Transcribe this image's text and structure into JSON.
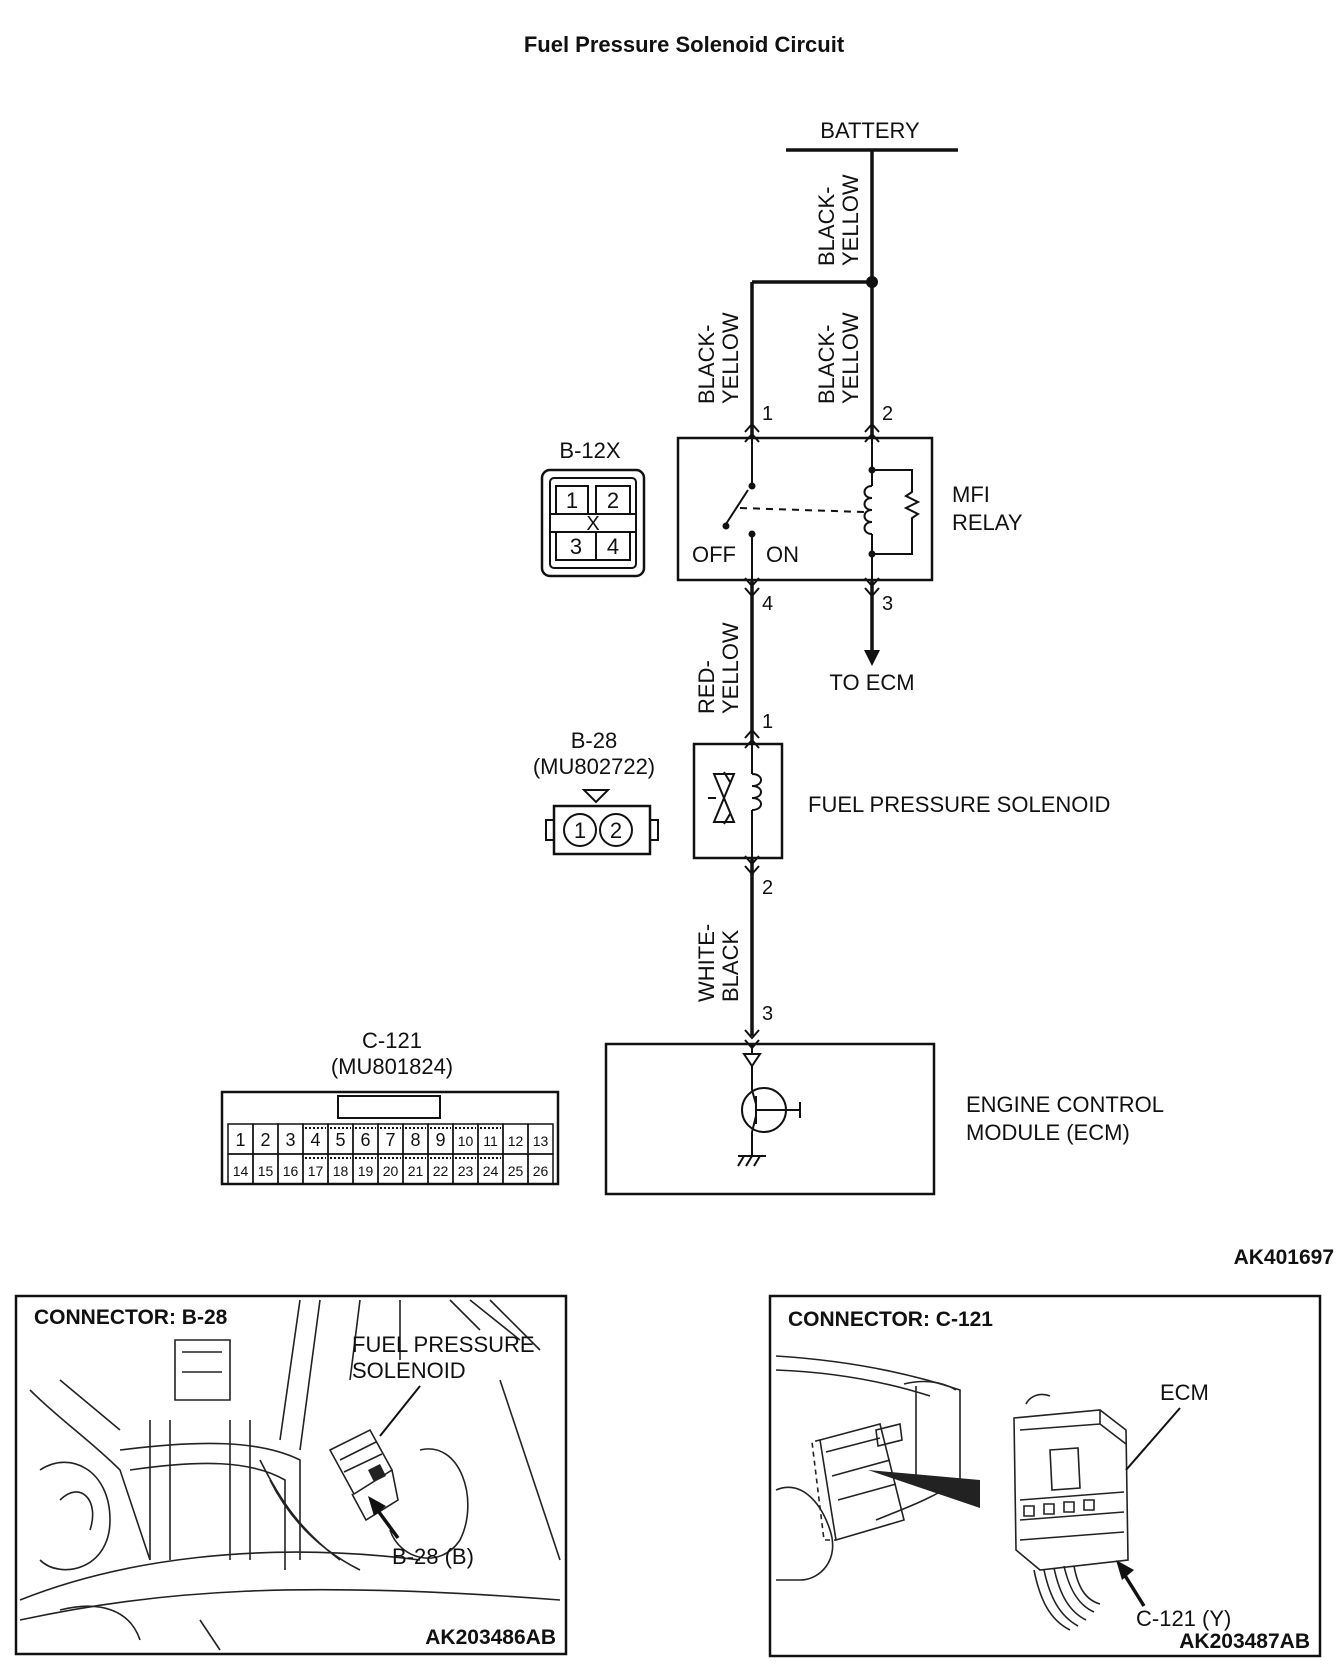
{
  "title": "Fuel Pressure Solenoid Circuit",
  "diagram_id": "AK401697",
  "battery_label": "BATTERY",
  "wire_labels": {
    "battery_feed": [
      "BLACK-",
      "YELLOW"
    ],
    "relay_pin1": [
      "BLACK-",
      "YELLOW"
    ],
    "relay_pin2": [
      "BLACK-",
      "YELLOW"
    ],
    "relay_to_solenoid": [
      "RED-",
      "YELLOW"
    ],
    "solenoid_to_ecm": [
      "WHITE-",
      "BLACK"
    ]
  },
  "relay": {
    "label_line1": "MFI",
    "label_line2": "RELAY",
    "off_label": "OFF",
    "on_label": "ON",
    "pins": [
      "1",
      "2",
      "3",
      "4"
    ],
    "to_ecm_label": "TO ECM"
  },
  "connector_b12x": {
    "name": "B-12X",
    "cells": [
      "1",
      "2",
      "3",
      "4"
    ],
    "x_mark": "X"
  },
  "connector_b28": {
    "name": "B-28",
    "part_number": "(MU802722)",
    "cells": [
      "1",
      "2"
    ]
  },
  "solenoid": {
    "label": "FUEL PRESSURE SOLENOID",
    "pin_in": "1",
    "pin_out": "2"
  },
  "ecm": {
    "label_line1": "ENGINE CONTROL",
    "label_line2": "MODULE (ECM)",
    "pin": "3"
  },
  "connector_c121": {
    "name": "C-121",
    "part_number": "(MU801824)",
    "row1": [
      "1",
      "2",
      "3",
      "4",
      "5",
      "6",
      "7",
      "8",
      "9",
      "10",
      "11",
      "12",
      "13"
    ],
    "row2": [
      "14",
      "15",
      "16",
      "17",
      "18",
      "19",
      "20",
      "21",
      "22",
      "23",
      "24",
      "25",
      "26"
    ]
  },
  "panel_b28": {
    "heading": "CONNECTOR: B-28",
    "callout_line1": "FUEL PRESSURE",
    "callout_line2": "SOLENOID",
    "pointer_label": "B-28 (B)",
    "image_id": "AK203486AB"
  },
  "panel_c121": {
    "heading": "CONNECTOR: C-121",
    "callout": "ECM",
    "pointer_label": "C-121 (Y)",
    "image_id": "AK203487AB"
  }
}
